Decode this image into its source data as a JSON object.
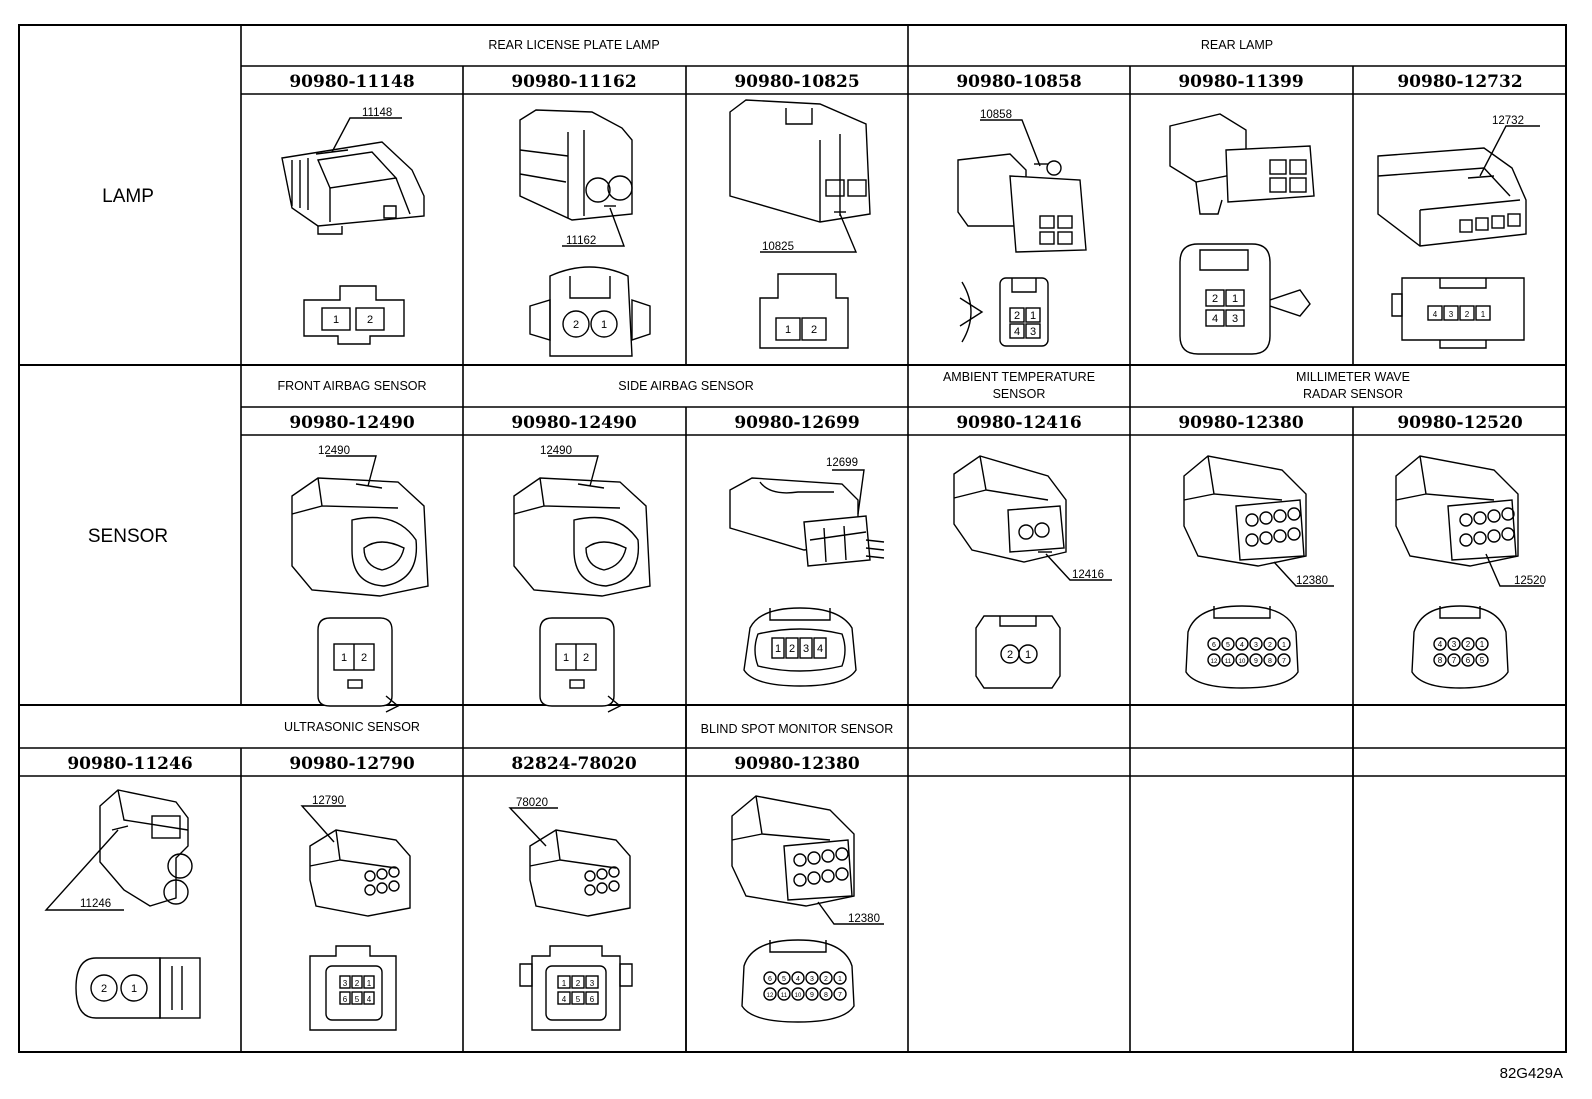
{
  "rows": {
    "lamp": "LAMP",
    "sensor": "SENSOR"
  },
  "groups": {
    "rear_license_plate_lamp": "REAR LICENSE PLATE LAMP",
    "rear_lamp": "REAR LAMP",
    "front_airbag_sensor": "FRONT AIRBAG SENSOR",
    "side_airbag_sensor": "SIDE AIRBAG SENSOR",
    "ambient_temperature_sensor_l1": "AMBIENT TEMPERATURE",
    "ambient_temperature_sensor_l2": "SENSOR",
    "millimeter_wave_radar_sensor_l1": "MILLIMETER WAVE",
    "millimeter_wave_radar_sensor_l2": "RADAR SENSOR",
    "ultrasonic_sensor": "ULTRASONIC SENSOR",
    "blind_spot_monitor_sensor": "BLIND SPOT MONITOR SENSOR"
  },
  "connectors": [
    {
      "part": "90980-11148",
      "tag": "11148",
      "pins": [
        "1",
        "2"
      ]
    },
    {
      "part": "90980-11162",
      "tag": "11162",
      "pins": [
        "2",
        "1"
      ]
    },
    {
      "part": "90980-10825",
      "tag": "10825",
      "pins": [
        "1",
        "2"
      ]
    },
    {
      "part": "90980-10858",
      "tag": "10858",
      "pins": [
        "2",
        "1",
        "4",
        "3"
      ]
    },
    {
      "part": "90980-11399",
      "tag": "",
      "pins": [
        "2",
        "1",
        "4",
        "3"
      ]
    },
    {
      "part": "90980-12732",
      "tag": "12732",
      "pins": [
        "4",
        "3",
        "2",
        "1"
      ]
    },
    {
      "part": "90980-12490",
      "tag": "12490",
      "pins": [
        "1",
        "2"
      ]
    },
    {
      "part": "90980-12490",
      "tag": "12490",
      "pins": [
        "1",
        "2"
      ]
    },
    {
      "part": "90980-12699",
      "tag": "12699",
      "pins": [
        "1",
        "2",
        "3",
        "4"
      ]
    },
    {
      "part": "90980-12416",
      "tag": "12416",
      "pins": [
        "2",
        "1"
      ]
    },
    {
      "part": "90980-12380",
      "tag": "12380",
      "pins": [
        "6",
        "5",
        "4",
        "3",
        "2",
        "1",
        "12",
        "11",
        "10",
        "9",
        "8",
        "7"
      ]
    },
    {
      "part": "90980-12520",
      "tag": "12520",
      "pins": [
        "4",
        "3",
        "2",
        "1",
        "8",
        "7",
        "6",
        "5"
      ]
    },
    {
      "part": "90980-11246",
      "tag": "11246",
      "pins": [
        "2",
        "1"
      ]
    },
    {
      "part": "90980-12790",
      "tag": "12790",
      "pins": [
        "3",
        "2",
        "1",
        "6",
        "5",
        "4"
      ]
    },
    {
      "part": "82824-78020",
      "tag": "78020",
      "pins": [
        "1",
        "2",
        "3",
        "4",
        "5",
        "6"
      ]
    },
    {
      "part": "90980-12380",
      "tag": "12380",
      "pins": [
        "6",
        "5",
        "4",
        "3",
        "2",
        "1",
        "12",
        "11",
        "10",
        "9",
        "8",
        "7"
      ]
    }
  ],
  "figure_ref": "82G429A"
}
